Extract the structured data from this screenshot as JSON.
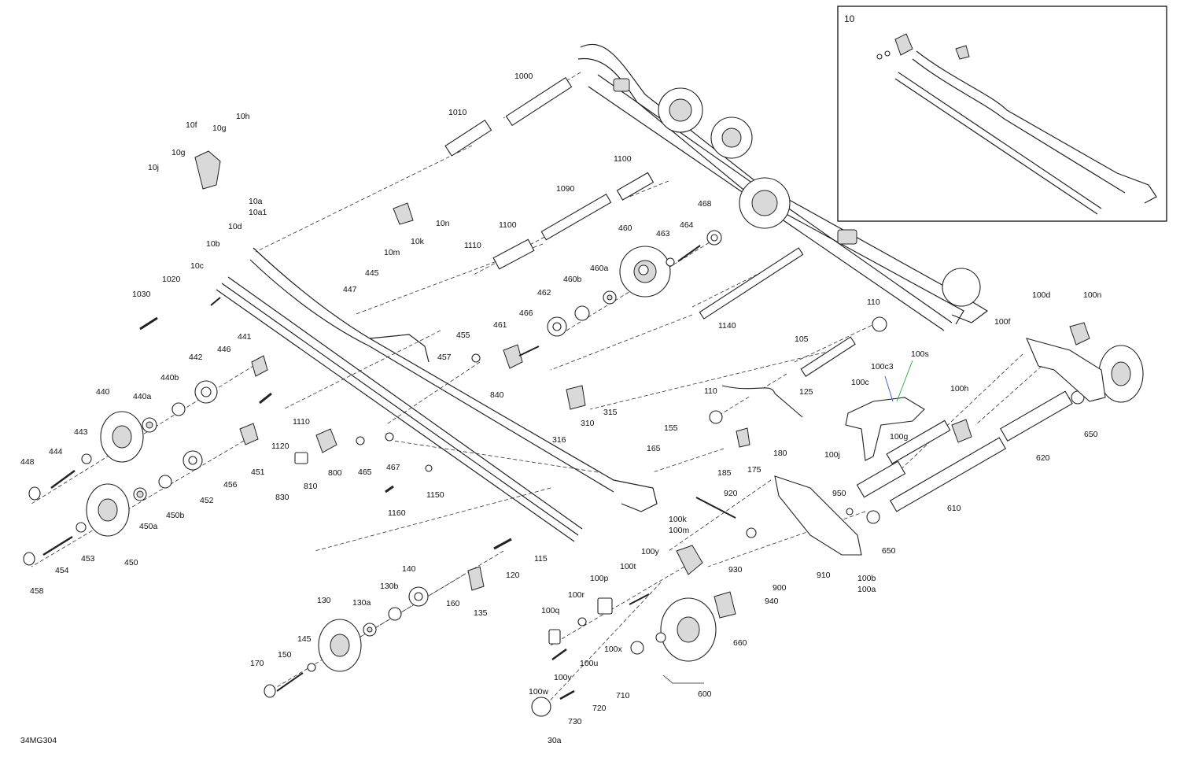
{
  "diagram": {
    "drawing_number": "34MG304",
    "inset_label": "10",
    "labels": [
      "1000",
      "1010",
      "1100",
      "1090",
      "1100",
      "1110",
      "460",
      "463",
      "464",
      "468",
      "10f",
      "10g",
      "10h",
      "10g",
      "10j",
      "10a",
      "10a1",
      "10d",
      "10b",
      "10c",
      "10n",
      "10k",
      "10m",
      "1030",
      "1020",
      "445",
      "447",
      "455",
      "457",
      "461",
      "466",
      "462",
      "460b",
      "460a",
      "1140",
      "110",
      "105",
      "125",
      "100s",
      "100c3",
      "100c",
      "100d",
      "100n",
      "100f",
      "440",
      "440a",
      "440b",
      "442",
      "446",
      "441",
      "443",
      "444",
      "448",
      "840",
      "310",
      "315",
      "316",
      "110",
      "155",
      "165",
      "175",
      "180",
      "185",
      "451",
      "1120",
      "1110",
      "800",
      "465",
      "467",
      "456",
      "452",
      "450b",
      "450a",
      "450",
      "453",
      "454",
      "458",
      "830",
      "810",
      "1150",
      "1160",
      "100g",
      "100h",
      "100j",
      "620",
      "650",
      "610",
      "650",
      "920",
      "950",
      "100k",
      "100m",
      "930",
      "900",
      "910",
      "100b",
      "100a",
      "940",
      "120",
      "115",
      "140",
      "130b",
      "130a",
      "130",
      "135",
      "160",
      "145",
      "150",
      "170",
      "100y",
      "100t",
      "100p",
      "100r",
      "100q",
      "100x",
      "100u",
      "100v",
      "100w",
      "600",
      "660",
      "730",
      "720",
      "710",
      "30a"
    ]
  }
}
